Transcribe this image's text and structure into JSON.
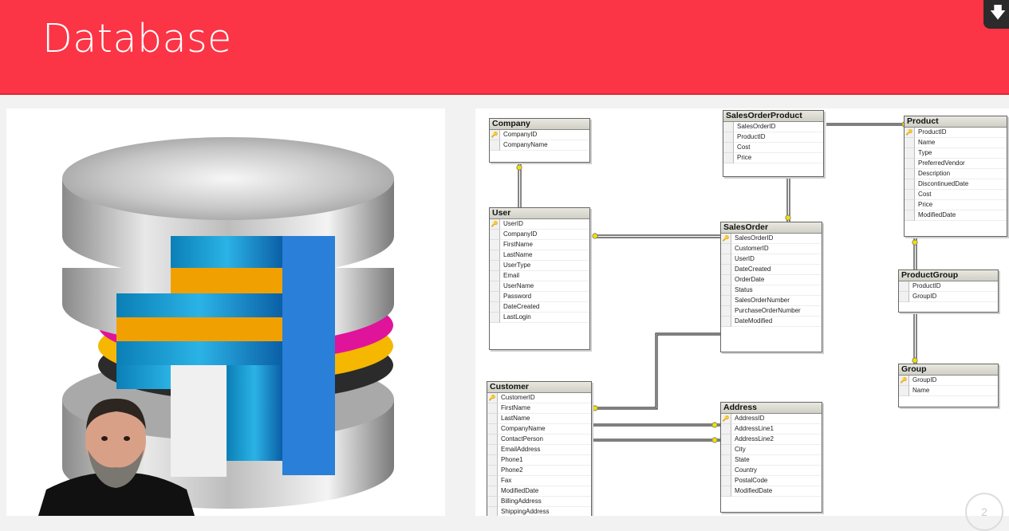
{
  "slide": {
    "title": "Database"
  },
  "colors": {
    "header": "#fb3546",
    "text": "#ffffff"
  },
  "erd": {
    "tables": [
      {
        "id": "company",
        "name": "Company",
        "pk": "CompanyID",
        "fields": [
          "CompanyID",
          "CompanyName"
        ]
      },
      {
        "id": "user",
        "name": "User",
        "pk": "UserID",
        "fields": [
          "UserID",
          "CompanyID",
          "FirstName",
          "LastName",
          "UserType",
          "Email",
          "UserName",
          "Password",
          "DateCreated",
          "LastLogin"
        ]
      },
      {
        "id": "salesorderproduct",
        "name": "SalesOrderProduct",
        "pk": null,
        "fields": [
          "SalesOrderID",
          "ProductID",
          "Cost",
          "Price"
        ]
      },
      {
        "id": "product",
        "name": "Product",
        "pk": "ProductID",
        "fields": [
          "ProductID",
          "Name",
          "Type",
          "PreferredVendor",
          "Description",
          "DiscontinuedDate",
          "Cost",
          "Price",
          "ModifiedDate"
        ]
      },
      {
        "id": "salesorder",
        "name": "SalesOrder",
        "pk": "SalesOrderID",
        "fields": [
          "SalesOrderID",
          "CustomerID",
          "UserID",
          "DateCreated",
          "OrderDate",
          "Status",
          "SalesOrderNumber",
          "PurchaseOrderNumber",
          "DateModified"
        ]
      },
      {
        "id": "productgroup",
        "name": "ProductGroup",
        "pk": null,
        "fields": [
          "ProductID",
          "GroupID"
        ]
      },
      {
        "id": "group",
        "name": "Group",
        "pk": "GroupID",
        "fields": [
          "GroupID",
          "Name"
        ]
      },
      {
        "id": "customer",
        "name": "Customer",
        "pk": "CustomerID",
        "fields": [
          "CustomerID",
          "FirstName",
          "LastName",
          "CompanyName",
          "ContactPerson",
          "EmailAddress",
          "Phone1",
          "Phone2",
          "Fax",
          "ModifiedDate",
          "BillingAddress",
          "ShippingAddress"
        ]
      },
      {
        "id": "address",
        "name": "Address",
        "pk": "AddressID",
        "fields": [
          "AddressID",
          "AddressLine1",
          "AddressLine2",
          "City",
          "State",
          "Country",
          "PostalCode",
          "ModifiedDate"
        ]
      }
    ]
  },
  "icons": {
    "download": "download-icon",
    "key": "key-icon",
    "database": "database-icon",
    "watermark": "channel-logo-icon"
  }
}
